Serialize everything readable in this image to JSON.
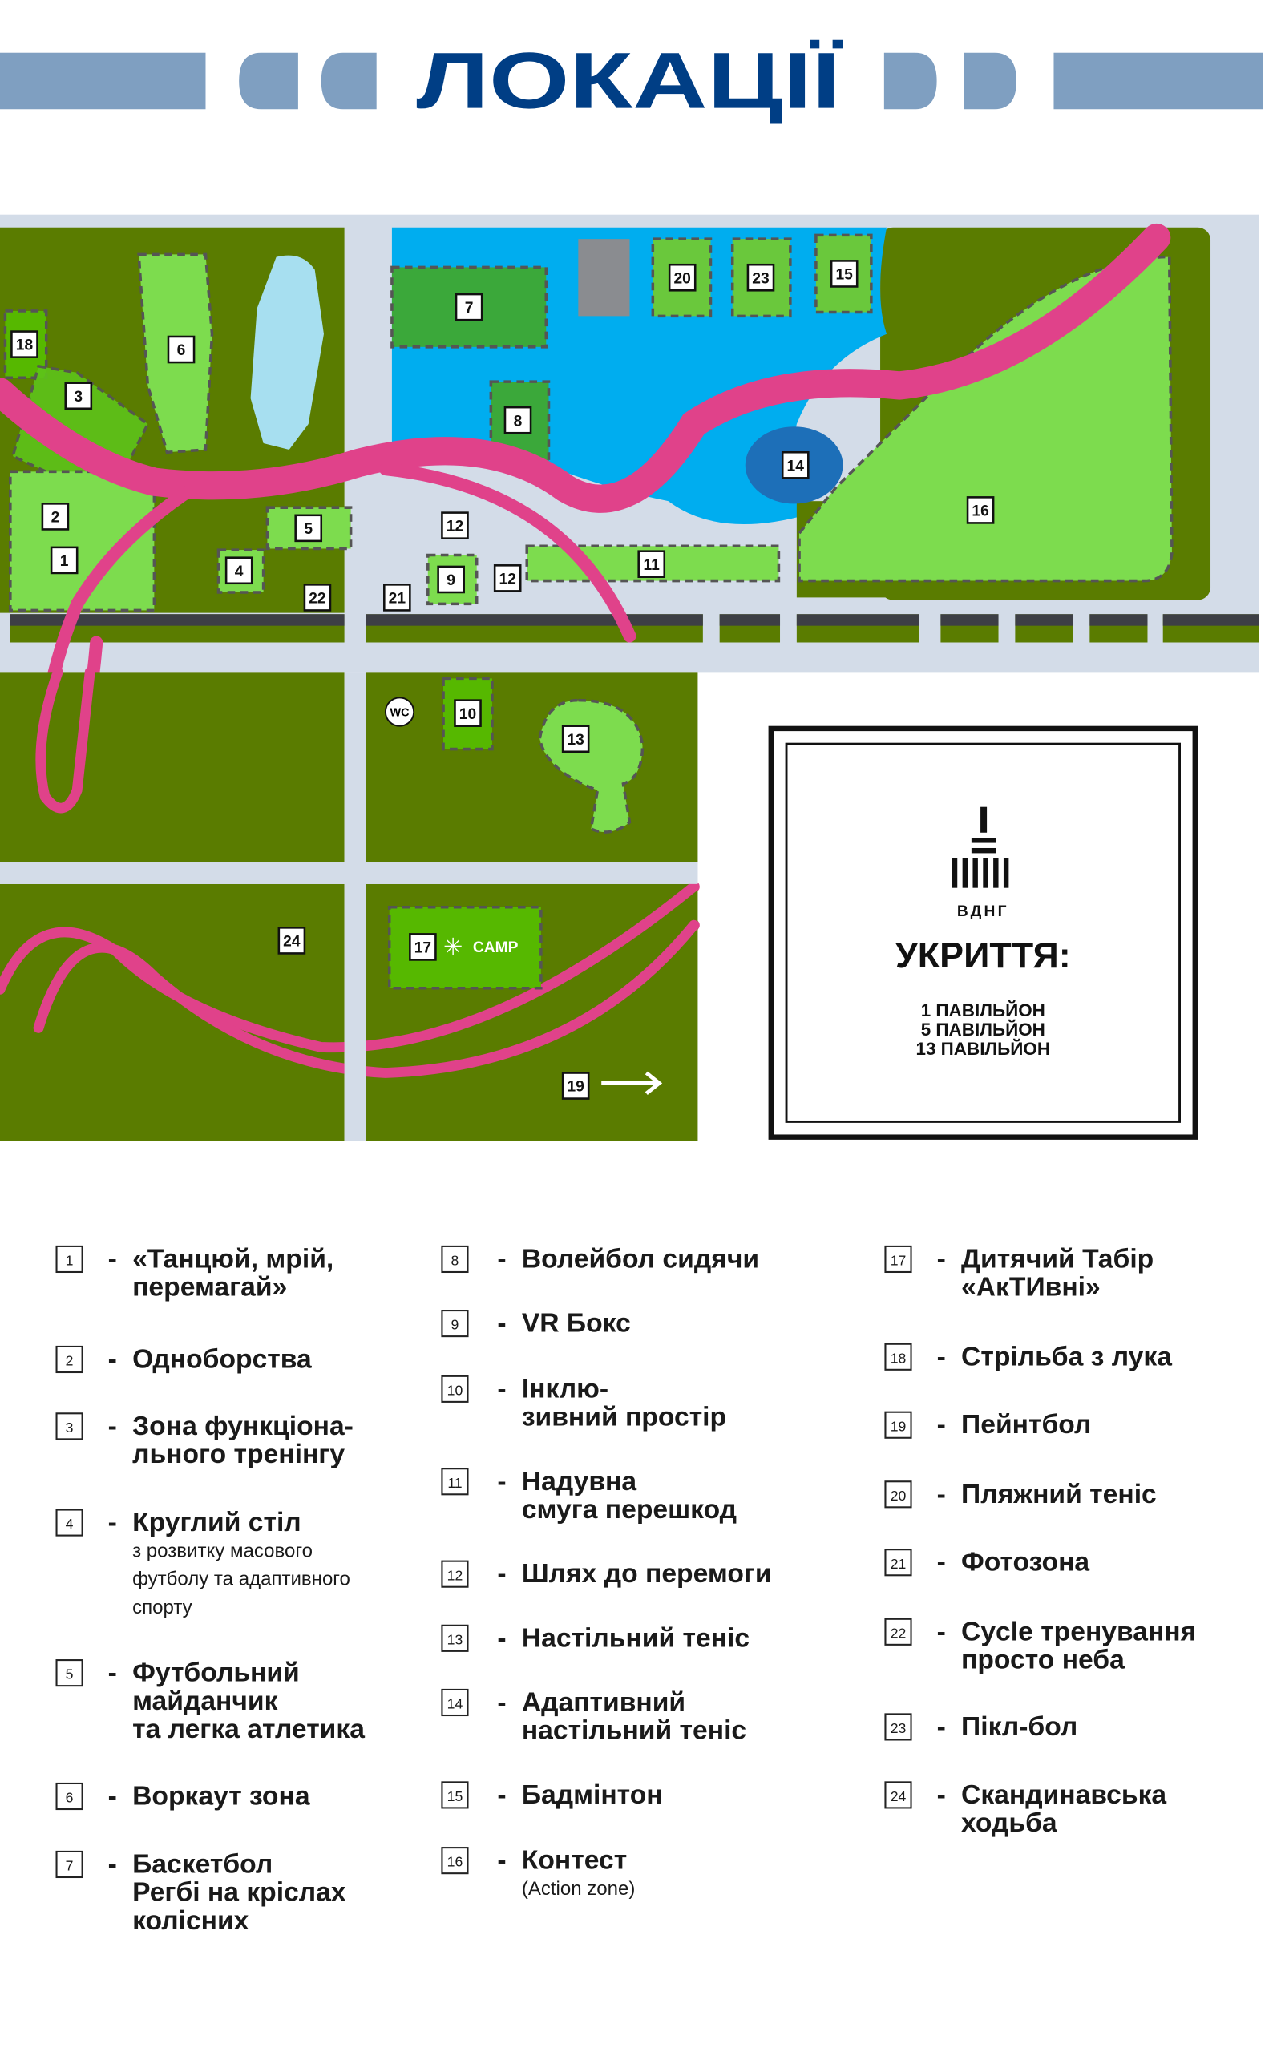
{
  "header": {
    "title": "ЛОКАЦІЇ"
  },
  "colors": {
    "title": "#003e85",
    "bars": "#7f9fc1",
    "grass_dark": "#5a7c00",
    "grass_light": "#7ddc4e",
    "path_pink": "#e0428a",
    "water": "#00adef",
    "ground": "#d3dce8"
  },
  "map": {
    "markers": [
      "18",
      "3",
      "6",
      "2",
      "1",
      "7",
      "20",
      "23",
      "15",
      "8",
      "14",
      "16",
      "5",
      "12",
      "4",
      "22",
      "21",
      "9",
      "12",
      "11",
      "10",
      "13",
      "24",
      "17",
      "19"
    ],
    "wc_label": "WC",
    "camp_label": "CAMP"
  },
  "shelter": {
    "logo_text": "ВДНГ",
    "title": "УКРИТТЯ:",
    "lines": [
      "1 ПАВІЛЬЙОН",
      "5 ПАВІЛЬЙОН",
      "13 ПАВІЛЬЙОН"
    ]
  },
  "legend": [
    {
      "num": "1",
      "lines": [
        "«Танцюй, мрій,",
        "перемагай»"
      ]
    },
    {
      "num": "2",
      "lines": [
        "Одноборства"
      ]
    },
    {
      "num": "3",
      "lines": [
        "Зона функціона-",
        "льного тренінгу"
      ]
    },
    {
      "num": "4",
      "lines": [
        "Круглий стіл"
      ],
      "sub": [
        "з розвитку масового",
        "футболу та адаптивного",
        "спорту"
      ]
    },
    {
      "num": "5",
      "lines": [
        "Футбольний",
        "майданчик",
        "та легка атлетика"
      ]
    },
    {
      "num": "6",
      "lines": [
        "Воркаут зона"
      ]
    },
    {
      "num": "7",
      "lines": [
        "Баскетбол",
        "Регбі на кріслах",
        "колісних"
      ]
    },
    {
      "num": "8",
      "lines": [
        "Волейбол сидячи"
      ]
    },
    {
      "num": "9",
      "lines": [
        "VR Бокс"
      ]
    },
    {
      "num": "10",
      "lines": [
        "Інклю-",
        "зивний простір"
      ]
    },
    {
      "num": "11",
      "lines": [
        "Надувна",
        "смуга перешкод"
      ]
    },
    {
      "num": "12",
      "lines": [
        "Шлях до перемоги"
      ]
    },
    {
      "num": "13",
      "lines": [
        "Настільний теніс"
      ]
    },
    {
      "num": "14",
      "lines": [
        "Адаптивний",
        "настільний теніс"
      ]
    },
    {
      "num": "15",
      "lines": [
        "Бадмінтон"
      ]
    },
    {
      "num": "16",
      "lines": [
        "Контест"
      ],
      "sub": [
        "(Action zone)"
      ]
    },
    {
      "num": "17",
      "lines": [
        "Дитячий Табір",
        "«АкТИвні»"
      ]
    },
    {
      "num": "18",
      "lines": [
        "Стрільба з лука"
      ]
    },
    {
      "num": "19",
      "lines": [
        "Пейнтбол"
      ]
    },
    {
      "num": "20",
      "lines": [
        "Пляжний теніс"
      ]
    },
    {
      "num": "21",
      "lines": [
        "Фотозона"
      ]
    },
    {
      "num": "22",
      "lines": [
        "Cycle тренування",
        "просто неба"
      ]
    },
    {
      "num": "23",
      "lines": [
        "Пікл-бол"
      ]
    },
    {
      "num": "24",
      "lines": [
        "Скандинавська",
        "ходьба"
      ]
    }
  ]
}
